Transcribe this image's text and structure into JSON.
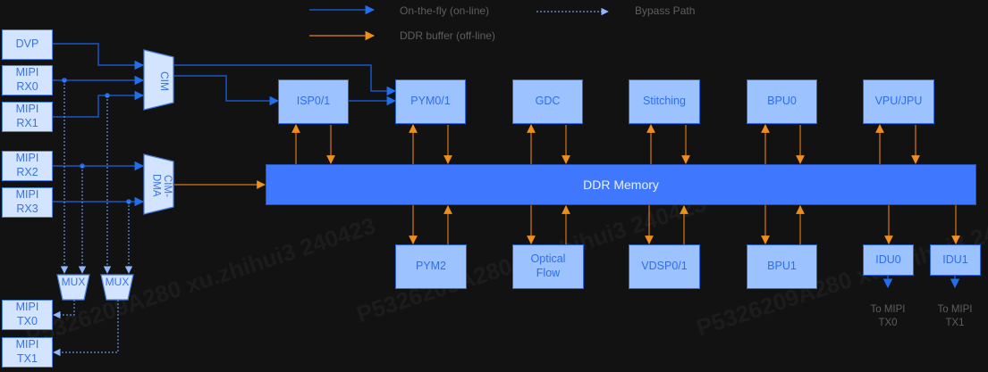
{
  "legend": {
    "online": "On-the-fly  (on-line)",
    "offline": "DDR buffer (off-line)",
    "bypass": "Bypass Path"
  },
  "colors": {
    "online": "#1f6ff0",
    "offline": "#e08a1e",
    "bypass": "#8fb8ff",
    "block_fill": "#9cc3ff",
    "io_fill": "#d2e4ff",
    "ddr_fill": "#3f78ff",
    "background": "#121212"
  },
  "inputs": {
    "dvp": "DVP",
    "rx0": [
      "MIPI",
      "RX0"
    ],
    "rx1": [
      "MIPI",
      "RX1"
    ],
    "rx2": [
      "MIPI",
      "RX2"
    ],
    "rx3": [
      "MIPI",
      "RX3"
    ]
  },
  "outputs": {
    "tx0": [
      "MIPI",
      "TX0"
    ],
    "tx1": [
      "MIPI",
      "TX1"
    ]
  },
  "muxes": {
    "cim": "CIM",
    "cim_dma": "CIM-\nDMA",
    "mux0": "MUX",
    "mux1": "MUX"
  },
  "top_blocks": {
    "isp": "ISP0/1",
    "pym01": "PYM0/1",
    "gdc": "GDC",
    "stitching": "Stitching",
    "bpu0": "BPU0",
    "vpu": "VPU/JPU"
  },
  "ddr": "DDR Memory",
  "bottom_blocks": {
    "pym2": "PYM2",
    "optical_flow": [
      "Optical",
      "Flow"
    ],
    "vdsp": "VDSP0/1",
    "bpu1": "BPU1",
    "idu0": "IDU0",
    "idu1": "IDU1"
  },
  "notes": {
    "idu0_out": [
      "To MIPI",
      "TX0"
    ],
    "idu1_out": [
      "To MIPI",
      "TX1"
    ]
  },
  "watermark": "P5326209A280 xu.zhihui3 240423"
}
